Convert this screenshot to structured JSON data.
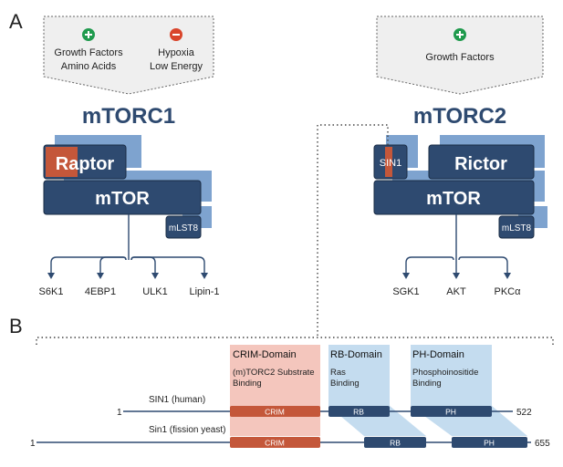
{
  "panel_a": {
    "label": "A",
    "mtorc1": {
      "title": "mTORC1",
      "inputs": {
        "activators": {
          "icon": "plus-icon",
          "lines": [
            "Growth Factors",
            "Amino Acids"
          ]
        },
        "inhibitors": {
          "icon": "minus-icon",
          "lines": [
            "Hypoxia",
            "Low Energy"
          ]
        }
      },
      "subunits": {
        "raptor": "Raptor",
        "mtor": "mTOR",
        "mlst8": "mLST8"
      },
      "targets": [
        "S6K1",
        "4EBP1",
        "ULK1",
        "Lipin-1"
      ]
    },
    "mtorc2": {
      "title": "mTORC2",
      "inputs": {
        "activators": {
          "icon": "plus-icon",
          "lines": [
            "Growth Factors"
          ]
        }
      },
      "subunits": {
        "sin1": "SIN1",
        "rictor": "Rictor",
        "mtor": "mTOR",
        "mlst8": "mLST8"
      },
      "targets": [
        "SGK1",
        "AKT",
        "PKCα"
      ]
    }
  },
  "panel_b": {
    "label": "B",
    "domains": [
      {
        "name": "CRIM-Domain",
        "description": [
          "(m)TORC2 Substrate",
          "Binding"
        ],
        "bar_label": "CRIM"
      },
      {
        "name": "RB-Domain",
        "description": [
          "Ras",
          "Binding"
        ],
        "bar_label": "RB"
      },
      {
        "name": "PH-Domain",
        "description": [
          "Phosphoinositide",
          "Binding"
        ],
        "bar_label": "PH"
      }
    ],
    "proteins": [
      {
        "name": "SIN1 (human)",
        "start": "1",
        "end": "522"
      },
      {
        "name": "Sin1 (fission yeast)",
        "start": "1",
        "end": "655"
      }
    ]
  },
  "colors": {
    "navy": "#2e4a70",
    "light_blue": "#7ea3cf",
    "rust": "#c4573a",
    "crim_bg": "#f4c6bd",
    "rb_ph_bg": "#c4dcef",
    "plus_green": "#1f9a4d",
    "minus_red": "#d9452b",
    "input_box": "#efefef",
    "line": "#2e4a70"
  }
}
